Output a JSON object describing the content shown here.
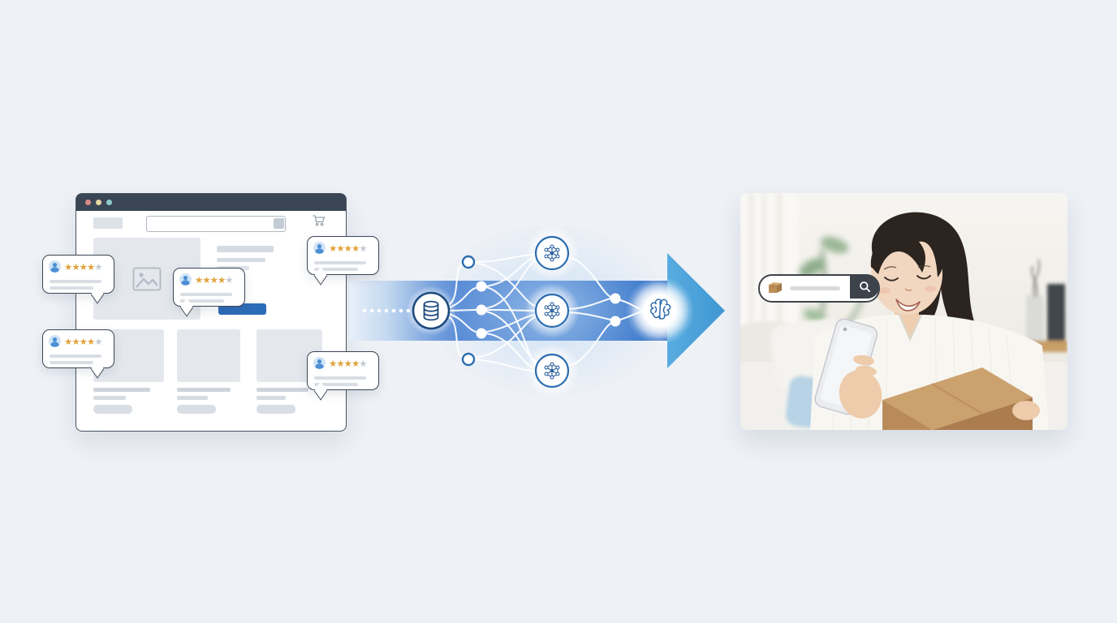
{
  "scene": {
    "name": "reviews-to-ai-recommendation-flow",
    "stages": [
      {
        "id": "ecommerce-reviews",
        "label": "shop page with customer reviews"
      },
      {
        "id": "ai-processing",
        "label": "data flows through neural network"
      },
      {
        "id": "happy-customer",
        "label": "customer receives package"
      }
    ]
  },
  "palette": {
    "background": "#eef1f6",
    "browser_header": "#3b4654",
    "accent_blue": "#2d6cb8",
    "arrow_body_start": "#e9f0fa",
    "arrow_body_end": "#2f6fc6",
    "arrowhead_blue": "#4aa5dc",
    "star_gold": "#e2a33c",
    "star_gray": "#c4cad2",
    "node_stroke": "#2a6cb0",
    "search_pill_dark": "#3d434b",
    "box_brown": "#c0925c"
  },
  "browser_mockup": {
    "traffic_lights": [
      "#d98a8a",
      "#e7d9a5",
      "#8fccc9"
    ],
    "search_value": "",
    "cart_icon": "shopping-cart",
    "hero_has_image_placeholder": true,
    "product_card_count": 3,
    "buy_button_label": ""
  },
  "reviews": [
    {
      "rating": 4,
      "max_stars": 5
    },
    {
      "rating": 4,
      "max_stars": 5
    },
    {
      "rating": 4,
      "max_stars": 5
    },
    {
      "rating": 4,
      "max_stars": 5
    },
    {
      "rating": 4,
      "max_stars": 5
    }
  ],
  "flow": {
    "direction": "left-to-right",
    "source_icon": "database-icon",
    "input_node_count": 5,
    "model_node_count": 3,
    "model_icon": "network-node-icon",
    "output_icon": "brain-icon"
  },
  "result_panel": {
    "search_bar": {
      "value": "",
      "leading_icon": "package-box-icon",
      "button_icon": "magnifier-icon"
    }
  }
}
